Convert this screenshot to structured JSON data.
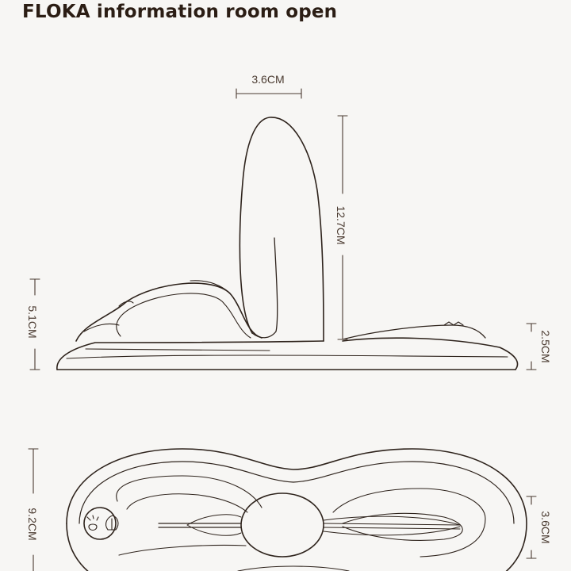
{
  "header": {
    "title": "FLOKA information room open"
  },
  "side_view": {
    "dimensions": {
      "width_top": "3.6CM",
      "height_arm": "12.7CM",
      "height_base_left": "5.1CM",
      "height_base_right": "2.5CM"
    }
  },
  "top_view": {
    "dimensions": {
      "length": "9.2CM",
      "width": "3.6CM"
    }
  },
  "colors": {
    "line": "#2e231c",
    "background": "#f7f6f4",
    "title": "#2b1d14"
  }
}
